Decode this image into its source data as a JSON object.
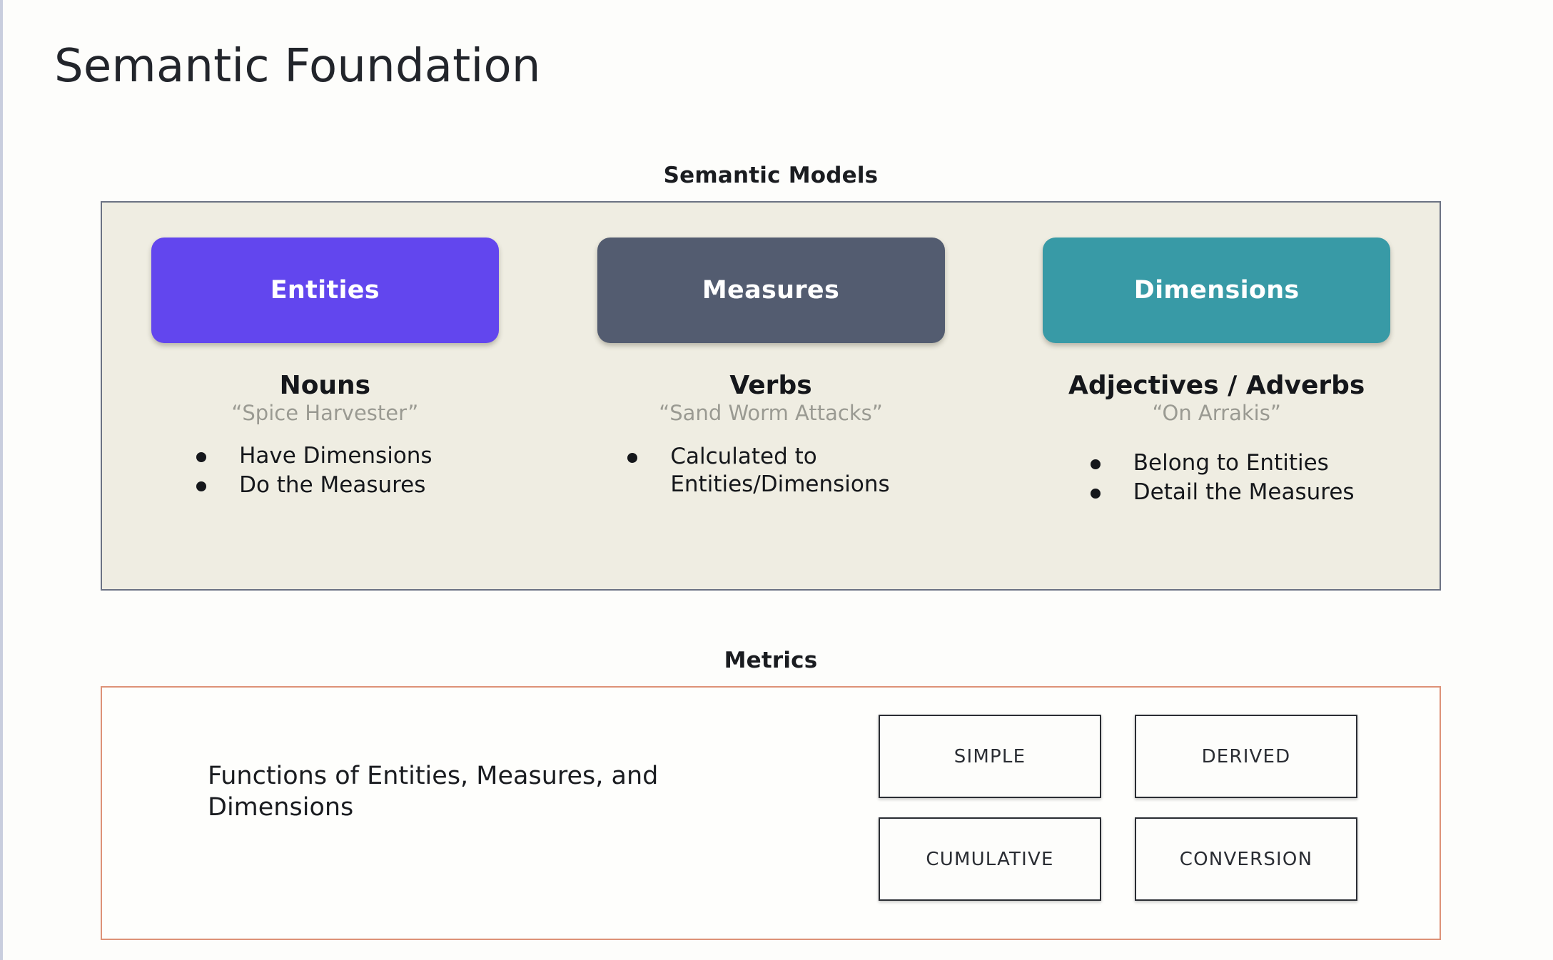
{
  "slide": {
    "title": "Semantic Foundation"
  },
  "semantic_models": {
    "heading": "Semantic Models",
    "columns": [
      {
        "pill_label": "Entities",
        "pill_color": "#6246ee",
        "part_of_speech": "Nouns",
        "example": "“Spice Harvester”",
        "bullets": [
          "Have Dimensions",
          "Do the Measures"
        ]
      },
      {
        "pill_label": "Measures",
        "pill_color": "#535c70",
        "part_of_speech": "Verbs",
        "example": "“Sand Worm Attacks”",
        "bullets": [
          "Calculated to\nEntities/Dimensions"
        ]
      },
      {
        "pill_label": "Dimensions",
        "pill_color": "#389aa6",
        "part_of_speech": "Adjectives / Adverbs",
        "example": "“On Arrakis”",
        "bullets": [
          "Belong to Entities",
          "Detail the Measures"
        ]
      }
    ]
  },
  "metrics": {
    "heading": "Metrics",
    "description": "Functions of Entities, Measures, and Dimensions",
    "border_color": "#dd9277",
    "types": [
      "SIMPLE",
      "DERIVED",
      "CUMULATIVE",
      "CONVERSION"
    ]
  }
}
